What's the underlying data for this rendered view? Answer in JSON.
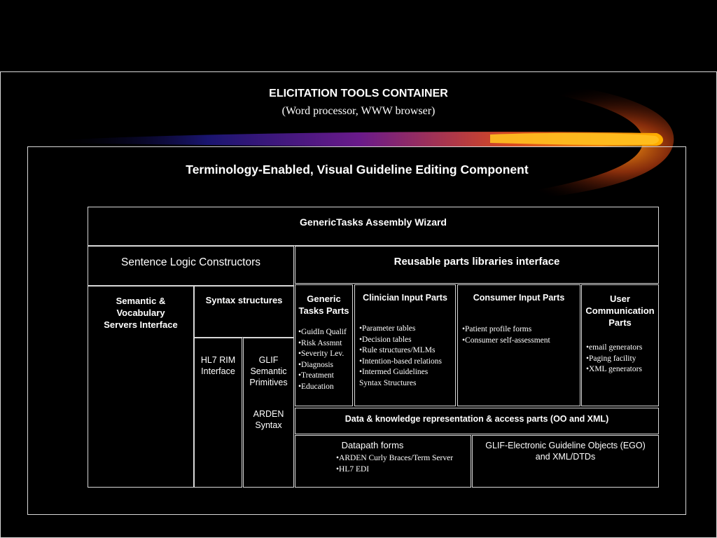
{
  "container": {
    "title": "ELICITATION TOOLS CONTAINER",
    "subtitle": "(Word processor, WWW browser)"
  },
  "component": {
    "title": "Terminology-Enabled, Visual Guideline Editing Component"
  },
  "wizard": {
    "title": "GenericTasks Assembly Wizard"
  },
  "sentence_logic": {
    "title": "Sentence Logic Constructors"
  },
  "reusable_parts": {
    "title": "Reusable parts libraries interface"
  },
  "semantic_servers": {
    "lines": [
      "Semantic &",
      "Vocabulary",
      "Servers Interface"
    ]
  },
  "syntax_structures": {
    "title": "Syntax structures"
  },
  "hl7_rim": {
    "lines": [
      "HL7 RIM",
      "Interface"
    ]
  },
  "glif": {
    "lines": [
      "GLIF",
      "Semantic",
      "Primitives"
    ],
    "arden_lines": [
      "ARDEN",
      "Syntax"
    ]
  },
  "generic_tasks": {
    "title_lines": [
      "Generic",
      "Tasks Parts"
    ],
    "items": [
      "•GuidIn Qualif",
      "•Risk Assmnt",
      "•Severity Lev.",
      "•Diagnosis",
      "•Treatment",
      "•Education"
    ]
  },
  "clinician": {
    "title": "Clinician Input Parts",
    "items": [
      "•Parameter tables",
      "•Decision tables",
      "•Rule structures/MLMs",
      "•Intention-based relations",
      "•Intermed Guidelines",
      "Syntax Structures"
    ]
  },
  "consumer": {
    "title": "Consumer Input Parts",
    "items": [
      "•Patient profile forms",
      "•Consumer self-assessment"
    ]
  },
  "user_comm": {
    "title_lines": [
      "User",
      "Communication",
      "Parts"
    ],
    "items": [
      "•email generators",
      "•Paging facility",
      "•XML generators"
    ]
  },
  "data_knowledge": {
    "title": "Data & knowledge representation & access parts (OO and XML)"
  },
  "datapath": {
    "title": "Datapath forms",
    "items": [
      "•ARDEN Curly Braces/Term Server",
      "•HL7 EDI"
    ]
  },
  "glif_ego": {
    "title_lines": [
      "GLIF-Electronic Guideline Objects (EGO)",
      "and XML/DTDs"
    ]
  }
}
